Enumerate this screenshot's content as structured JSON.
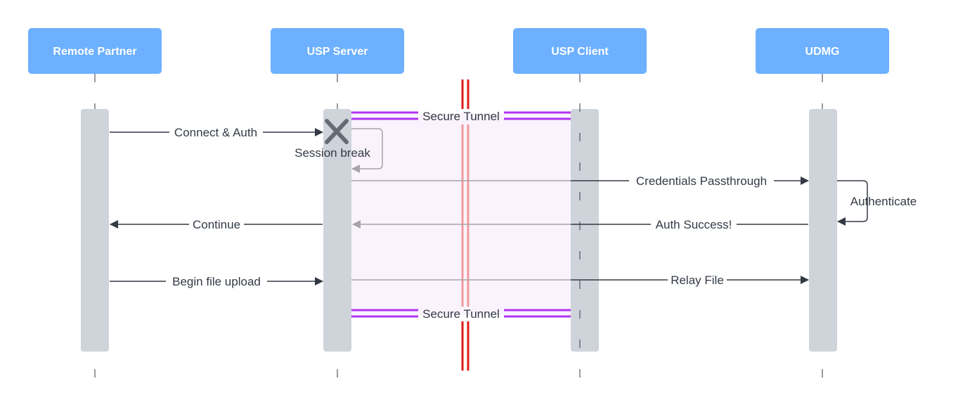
{
  "diagram": {
    "actors": [
      {
        "id": "remote",
        "label": "Remote Partner"
      },
      {
        "id": "server",
        "label": "USP Server"
      },
      {
        "id": "client",
        "label": "USP Client"
      },
      {
        "id": "udmg",
        "label": "UDMG"
      }
    ],
    "tunnel_top_label": "Secure Tunnel",
    "tunnel_bottom_label": "Secure Tunnel",
    "messages": {
      "connect": "Connect & Auth",
      "session_break": "Session break",
      "credentials": "Credentials Passthrough",
      "authenticate": "Authenticate",
      "continue": "Continue",
      "auth_success": "Auth Success!",
      "begin_upload": "Begin file upload",
      "relay_file": "Relay File"
    },
    "colors": {
      "actor_box": "#6cb0ff",
      "activation": "#cfd4db",
      "arrow_dark": "#333a45",
      "arrow_light": "#a6a3ab",
      "tunnel_purple": "#b233f0",
      "tunnel_fill": "#faf3fd",
      "red_barrier": "#e21b1b",
      "x_mark": "#656b74"
    }
  }
}
